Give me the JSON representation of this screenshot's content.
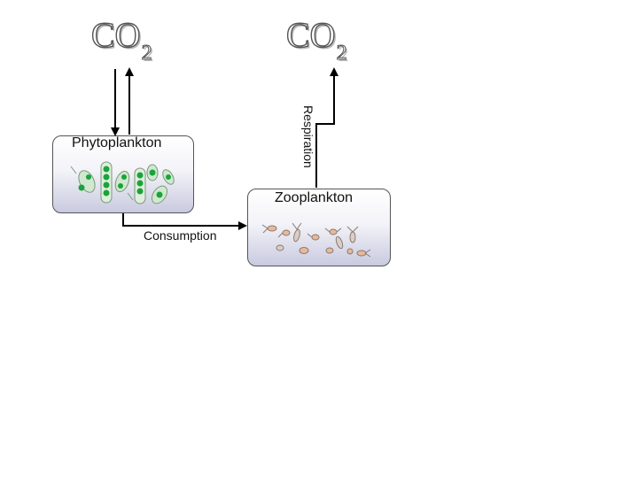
{
  "co2_left": {
    "main": "CO",
    "sub": "2"
  },
  "co2_right": {
    "main": "CO",
    "sub": "2"
  },
  "phytoplankton": {
    "label": "Phytoplankton"
  },
  "zooplankton": {
    "label": "Zooplankton"
  },
  "consumption": {
    "label": "Consumption"
  },
  "respiration": {
    "label": "Respiration"
  },
  "colors": {
    "arrow": "#000000",
    "box_border": "#555555",
    "box_gradient_bottom": "#c9cae0",
    "phyto_cell": "#1aa33a",
    "zoo_body": "#e8b89a"
  }
}
